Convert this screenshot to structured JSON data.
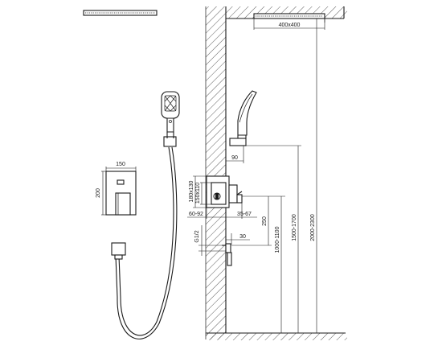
{
  "dimensions": {
    "head_size": "400x400",
    "panel_width": "150",
    "panel_height": "200",
    "holder_offset": "90",
    "valve_height_a": "180x130",
    "valve_height_b": "150x110",
    "valve_depth": "60-92",
    "valve_offset": "35-67",
    "spacing": "250",
    "thread": "G1/2",
    "outlet_offset": "30",
    "valve_height_range": "1000-1100",
    "holder_height_range": "1500-1700",
    "head_height_range": "2000-2300"
  }
}
